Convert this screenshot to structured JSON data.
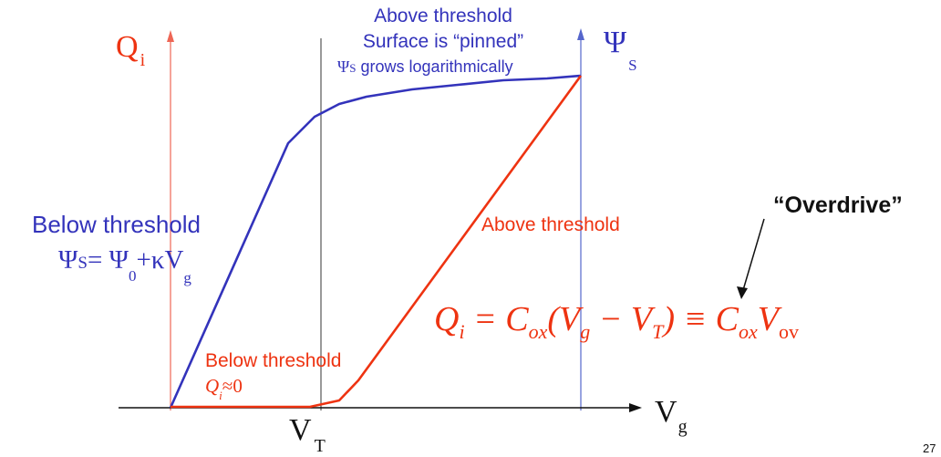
{
  "colors": {
    "blue": "#3333bb",
    "red": "#ee3311",
    "black": "#111111",
    "thin_red_axis": "#ee6655",
    "thin_blue_axis": "#5566cc"
  },
  "axis_labels": {
    "qi_main": "Q",
    "qi_sub": "i",
    "psi_main": "Ψ",
    "psi_sub": "S",
    "vg_main": "V",
    "vg_sub": "g",
    "vt_main": "V",
    "vt_sub": "T"
  },
  "annotations": {
    "above_top_line1": "Above threshold",
    "above_top_line2": "Surface is “pinned”",
    "above_top_line3_psi": "Ψ",
    "above_top_line3_s": "S",
    "above_top_line3_rest": " grows logarithmically",
    "below_left_title": "Below threshold",
    "below_left_psi": "Ψ",
    "below_left_s": "S",
    "below_left_eq": "= Ψ",
    "below_left_sub0": "0",
    "below_left_plus": "+κV",
    "below_left_subg": "g",
    "above_red": "Above threshold",
    "below_red": "Below threshold",
    "below_red_q": "Q",
    "below_red_qsub": "i",
    "below_red_approx": "≈0",
    "overdrive": "“Overdrive”",
    "page_number": "27"
  },
  "equation": {
    "q": "Q",
    "q_sub": "i",
    "eq": " = C",
    "cox_sub": "ox",
    "open": "(V",
    "vg_sub": "g",
    "minus": " − V",
    "vt_sub": "T",
    "close": ") ≡ C",
    "cox2_sub": "ox",
    "v": "V",
    "vov_sub": "ov"
  }
}
